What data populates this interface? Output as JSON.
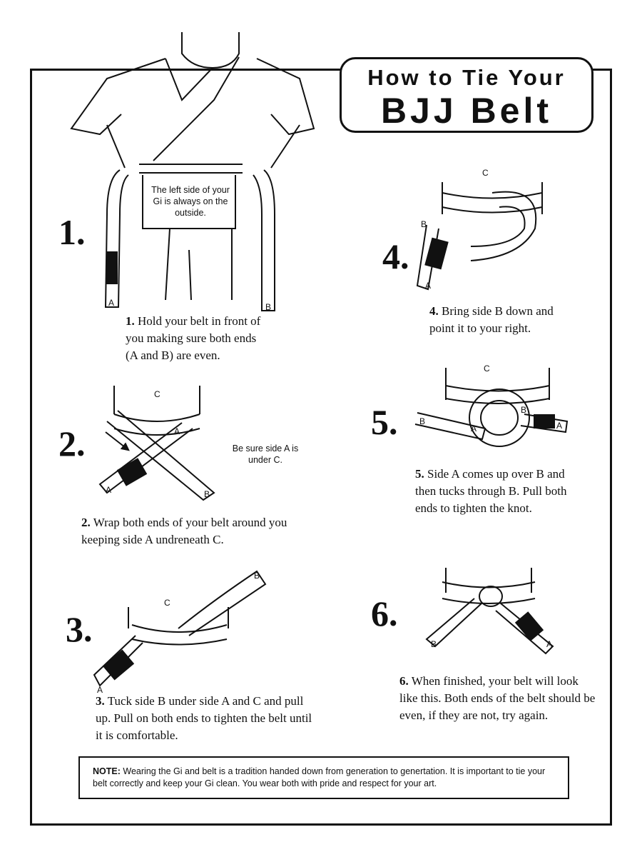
{
  "title": {
    "line1": "How to Tie Your",
    "line2": "BJJ Belt"
  },
  "steps": [
    {
      "number": "1.",
      "lead": "1.",
      "text": "Hold your belt in front of you making sure both ends (A and B) are even."
    },
    {
      "number": "2.",
      "lead": "2.",
      "text": "Wrap both ends of your belt around you keeping side A undreneath C."
    },
    {
      "number": "3.",
      "lead": "3.",
      "text": "Tuck side B under side A and C and pull up. Pull on both ends to tighten the belt until it is comfortable."
    },
    {
      "number": "4.",
      "lead": "4.",
      "text": "Bring side B down and point it to your right."
    },
    {
      "number": "5.",
      "lead": "5.",
      "text": "Side A comes up over B and then tucks through B. Pull both ends to tighten the knot."
    },
    {
      "number": "6.",
      "lead": "6.",
      "text": "When finished, your belt will look like this. Both ends of the belt should be even, if they are not, try again."
    }
  ],
  "callouts": {
    "gi_note": "The left side of your Gi is always on the outside.",
    "side_a_note": "Be sure side A is under C."
  },
  "labels": {
    "a": "A",
    "b": "B",
    "c": "C"
  },
  "note": {
    "label": "NOTE:",
    "text": "Wearing the Gi and belt is a tradition handed down from generation to genertation. It is important to tie your belt correctly and keep your Gi clean. You wear both with pride and respect for your art."
  }
}
